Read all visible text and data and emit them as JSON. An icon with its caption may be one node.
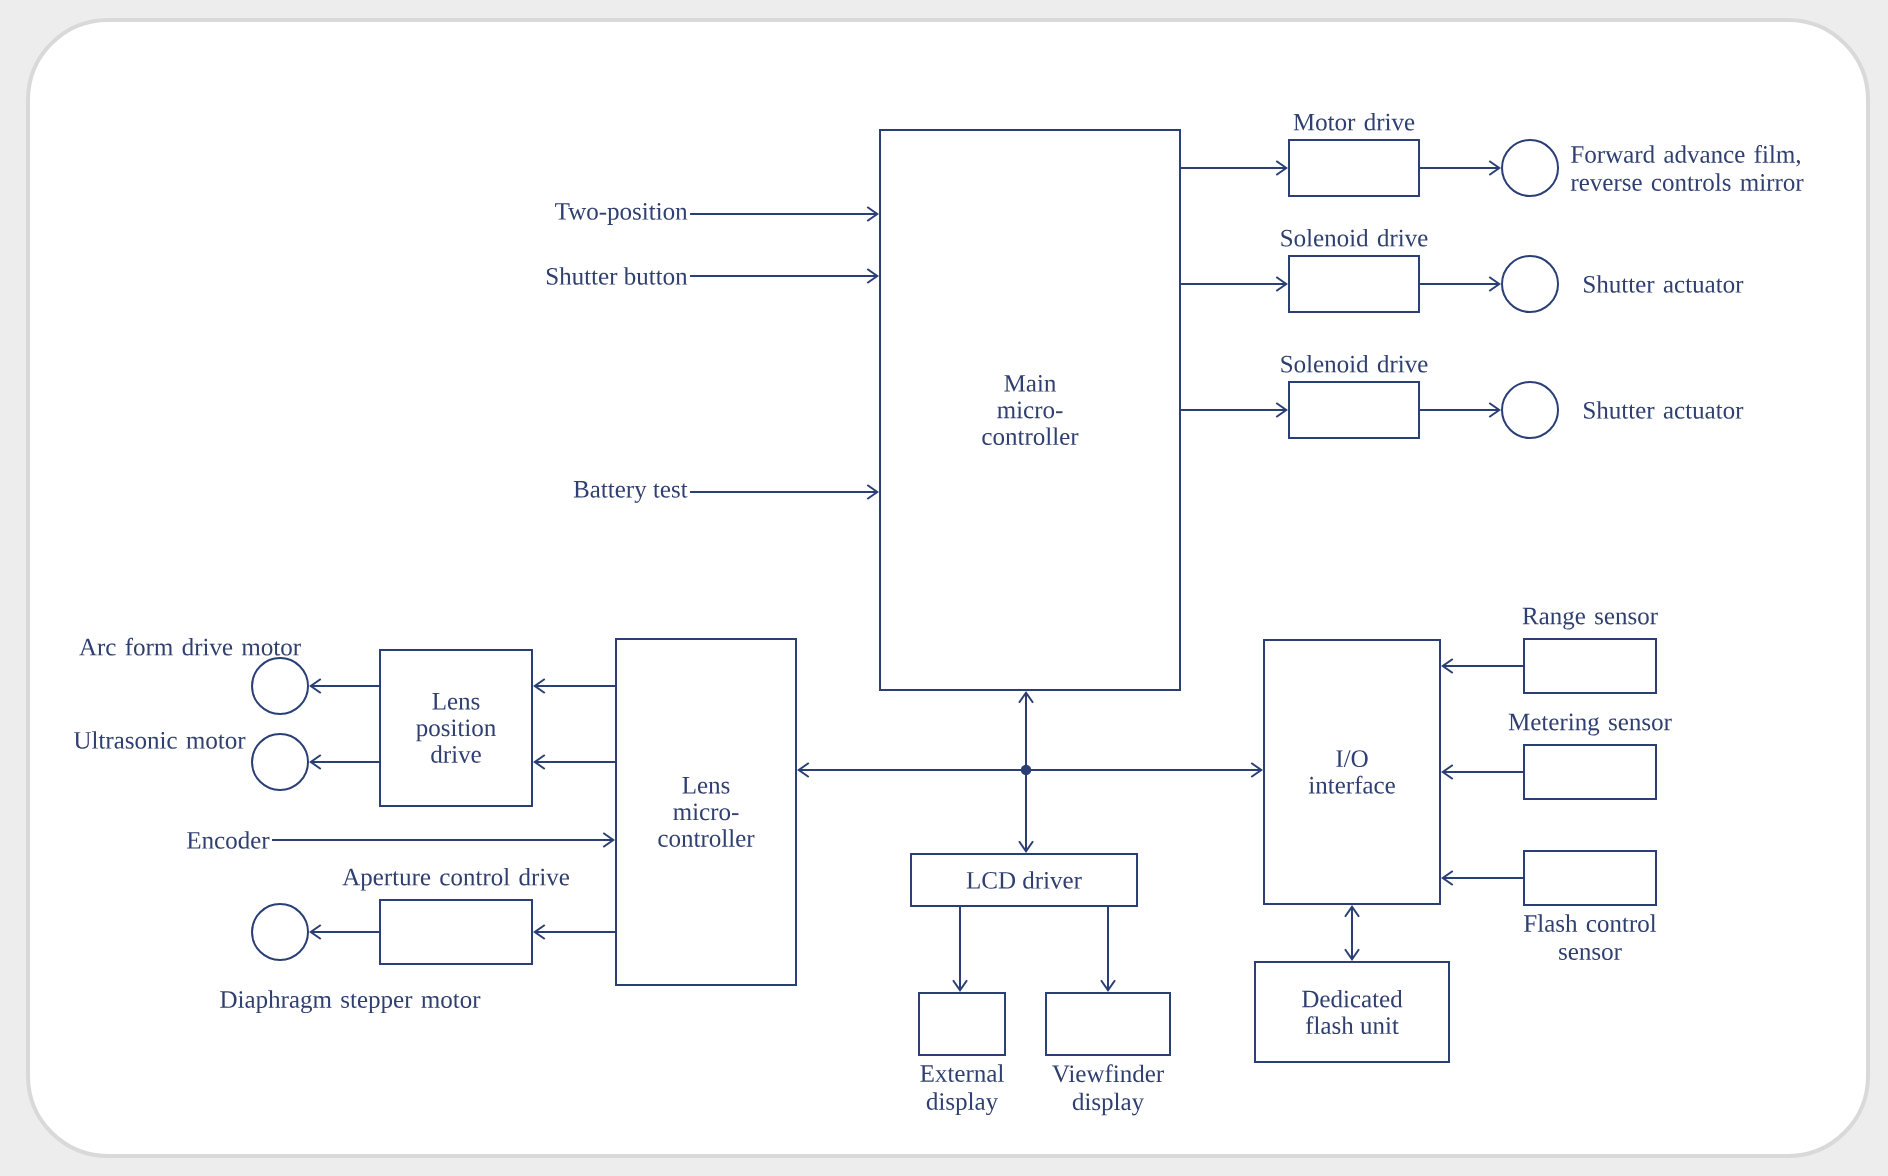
{
  "diagram": {
    "nodes": [
      {
        "text": [
          "Two-position"
        ]
      },
      {
        "text": [
          "Shutter button"
        ]
      },
      {
        "text": [
          "Battery test"
        ]
      },
      {
        "text": [
          "Main micro-controller"
        ]
      },
      {
        "text": [
          "Motor drive"
        ]
      },
      {
        "text": [],
        "shape": "circle",
        "beside": [
          "Forward advance film, reverse controls mirror"
        ]
      },
      {
        "text": [
          "Solenoid drive"
        ]
      },
      {
        "text": [],
        "shape": "circle",
        "beside": [
          "Shutter actuator"
        ]
      },
      {
        "text": [
          "Solenoid drive"
        ]
      },
      {
        "text": [],
        "shape": "circle",
        "beside": [
          "Shutter actuator"
        ]
      },
      {
        "text": [
          "Lens position drive"
        ]
      },
      {
        "text": [
          "Lens micro-controller"
        ]
      },
      {
        "text": [],
        "shape": "circle",
        "beside": [
          "Arc form drive motor"
        ]
      },
      {
        "text": [],
        "shape": "circle",
        "beside": [
          "Ultrasonic motor"
        ]
      },
      {
        "text": [
          "Encoder"
        ]
      },
      {
        "text": [
          "Aperture control drive"
        ]
      },
      {
        "text": [],
        "shape": "circle",
        "beside": [
          "Diaphragm stepper motor"
        ]
      },
      {
        "text": [
          "LCD driver"
        ]
      },
      {
        "text": [
          "External display"
        ]
      },
      {
        "text": [
          "Viewfinder display"
        ]
      },
      {
        "text": [
          "I/O interface"
        ]
      },
      {
        "text": [
          "Range sensor"
        ]
      },
      {
        "text": [
          "Metering sensor"
        ]
      },
      {
        "text": [
          "Flash control sensor"
        ]
      },
      {
        "text": [
          "Dedicated flash unit"
        ]
      }
    ],
    "edges": [
      {
        "from": 0,
        "to": 3,
        "arrow": "to"
      },
      {
        "from": 1,
        "to": 3,
        "arrow": "to"
      },
      {
        "from": 2,
        "to": 3,
        "arrow": "to"
      },
      {
        "from": 3,
        "to": 4,
        "arrow": "to"
      },
      {
        "from": 4,
        "to": 5,
        "arrow": "to"
      },
      {
        "from": 3,
        "to": 6,
        "arrow": "to"
      },
      {
        "from": 6,
        "to": 7,
        "arrow": "to"
      },
      {
        "from": 3,
        "to": 8,
        "arrow": "to"
      },
      {
        "from": 8,
        "to": 9,
        "arrow": "to"
      },
      {
        "from": 11,
        "to": 10,
        "arrow": "to"
      },
      {
        "from": 11,
        "to": 10,
        "arrow": "to"
      },
      {
        "from": 10,
        "to": 12,
        "arrow": "to"
      },
      {
        "from": 10,
        "to": 13,
        "arrow": "to"
      },
      {
        "from": 14,
        "to": 11,
        "arrow": "to"
      },
      {
        "from": 11,
        "to": 15,
        "arrow": "to"
      },
      {
        "from": 15,
        "to": 16,
        "arrow": "to"
      },
      {
        "from": 3,
        "to": 11,
        "arrow": "both"
      },
      {
        "from": 3,
        "to": 20,
        "arrow": "both"
      },
      {
        "from": 3,
        "to": 17,
        "arrow": "both"
      },
      {
        "from": 17,
        "to": 18,
        "arrow": "to"
      },
      {
        "from": 17,
        "to": 19,
        "arrow": "to"
      },
      {
        "from": 21,
        "to": 20,
        "arrow": "to"
      },
      {
        "from": 22,
        "to": 20,
        "arrow": "to"
      },
      {
        "from": 23,
        "to": 20,
        "arrow": "to"
      },
      {
        "from": 20,
        "to": 24,
        "arrow": "both"
      }
    ]
  }
}
